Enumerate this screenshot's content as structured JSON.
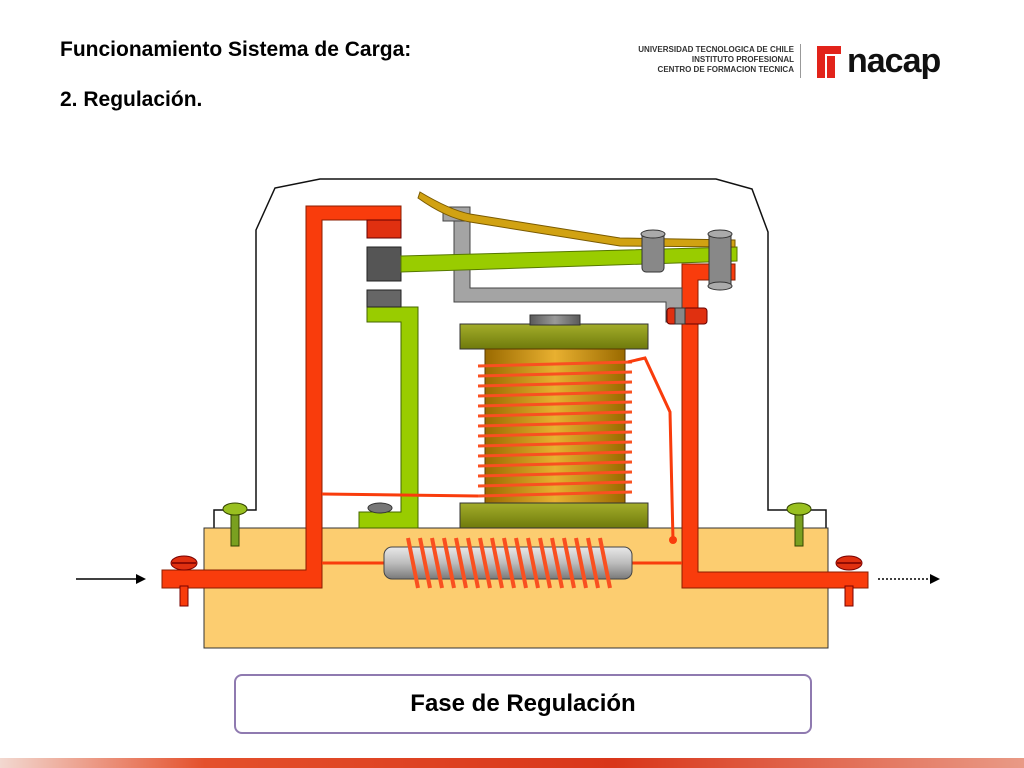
{
  "header": {
    "title_line1": "Funcionamiento Sistema de Carga:",
    "title_line2": "2. Regulación."
  },
  "brand": {
    "line1": "UNIVERSIDAD TECNOLOGICA DE CHILE",
    "line2": "INSTITUTO PROFESIONAL",
    "line3": "CENTRO DE FORMACION TECNICA",
    "wordmark": "nacap",
    "logo_icon": "inacap-logo-icon",
    "color": "#e2231a"
  },
  "diagram": {
    "phase_label": "Fase de Regulación",
    "colors": {
      "base": "#fccd70",
      "frame_red": "#f93c0c",
      "coil": "#d4a020",
      "coil_wire": "#f95020",
      "core_green": "#8c9a14",
      "contact_green": "#99cc00",
      "spring_arm": "#d1a212",
      "bracket_gray": "#a4a4a4",
      "box_border": "#8f7ab0"
    }
  }
}
